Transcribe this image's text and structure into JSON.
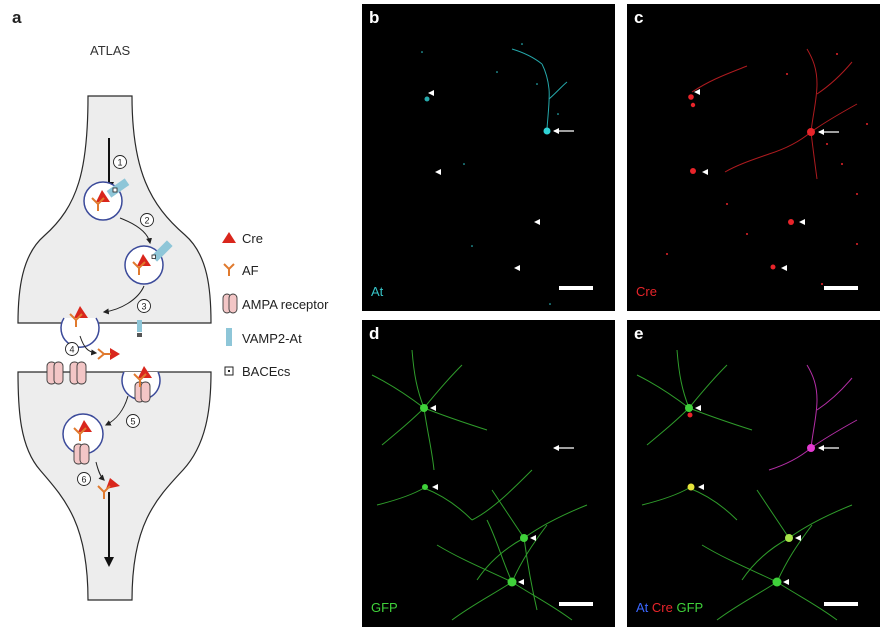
{
  "panel_a": {
    "letter": "a",
    "title": "ATLAS",
    "steps": [
      "1",
      "2",
      "3",
      "4",
      "5",
      "6"
    ],
    "legend": [
      {
        "icon": "cre-triangle-icon",
        "label": "Cre"
      },
      {
        "icon": "af-antibody-icon",
        "label": "AF"
      },
      {
        "icon": "ampa-receptor-icon",
        "label": "AMPA receptor"
      },
      {
        "icon": "vamp2-at-icon",
        "label": "VAMP2-At"
      },
      {
        "icon": "bacecs-icon",
        "label": "BACEcs"
      }
    ]
  },
  "panel_b": {
    "letter": "b",
    "channels": [
      {
        "text": "At",
        "color": "#37c5c9"
      }
    ]
  },
  "panel_c": {
    "letter": "c",
    "channels": [
      {
        "text": "Cre",
        "color": "#e8242a"
      }
    ]
  },
  "panel_d": {
    "letter": "d",
    "channels": [
      {
        "text": "GFP",
        "color": "#3fd13a"
      }
    ]
  },
  "panel_e": {
    "letter": "e",
    "channels": [
      {
        "text": "At",
        "color": "#3b67ff"
      },
      {
        "text": "Cre",
        "color": "#e8242a"
      },
      {
        "text": "GFP",
        "color": "#3fd13a"
      }
    ]
  },
  "colors": {
    "cre": "#d9261c",
    "af": "#e07a2e",
    "ampa_fill": "#f3c6c6",
    "vamp2": "#8ec6d8",
    "vesicle": "#3b4a9a",
    "cell_fill": "#ededed",
    "cyan": "#2fd3d6",
    "red": "#e8242a",
    "green": "#3fd13a",
    "magenta": "#e23ad0"
  }
}
